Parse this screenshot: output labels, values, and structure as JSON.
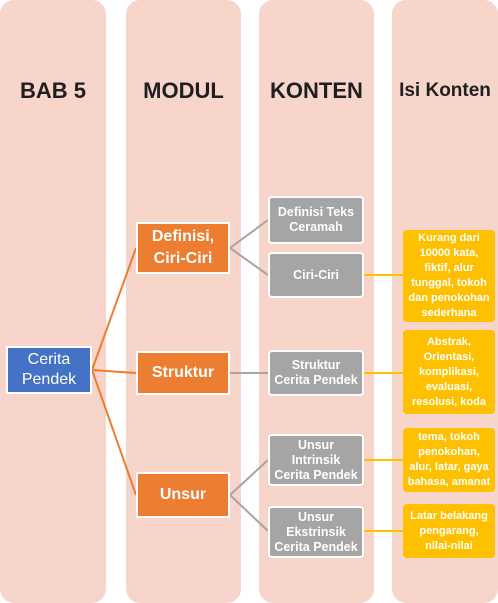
{
  "headers": {
    "bab": "BAB 5",
    "modul": "MODUL",
    "konten": "KONTEN",
    "isi": "Isi Konten"
  },
  "root": "Cerita\nPendek",
  "modules": [
    "Definisi,\nCiri-Ciri",
    "Struktur",
    "Unsur"
  ],
  "contents": [
    "Definisi Teks\nCeramah",
    "Ciri-Ciri",
    "Struktur\nCerita Pendek",
    "Unsur\nIntrinsik\nCerita Pendek",
    "Unsur\nEkstrinsik\nCerita Pendek"
  ],
  "details": [
    "Kurang dari\n10000 kata,\nfiktif, alur\ntunggal, tokoh\ndan penokohan\nsederhana",
    "Abstrak,\nOrientasi,\nkomplikasi,\nevaluasi,\nresolusi, koda",
    "tema, tokoh\npenokohan,\nalur, latar, gaya\nbahasa, amanat",
    "Latar belakang\npengarang,\nnilai-nilai"
  ],
  "colors": {
    "column_bg": "#f8d5cb",
    "root": "#4472c4",
    "module": "#ed7d31",
    "content": "#a5a5a5",
    "detail": "#ffc000"
  }
}
